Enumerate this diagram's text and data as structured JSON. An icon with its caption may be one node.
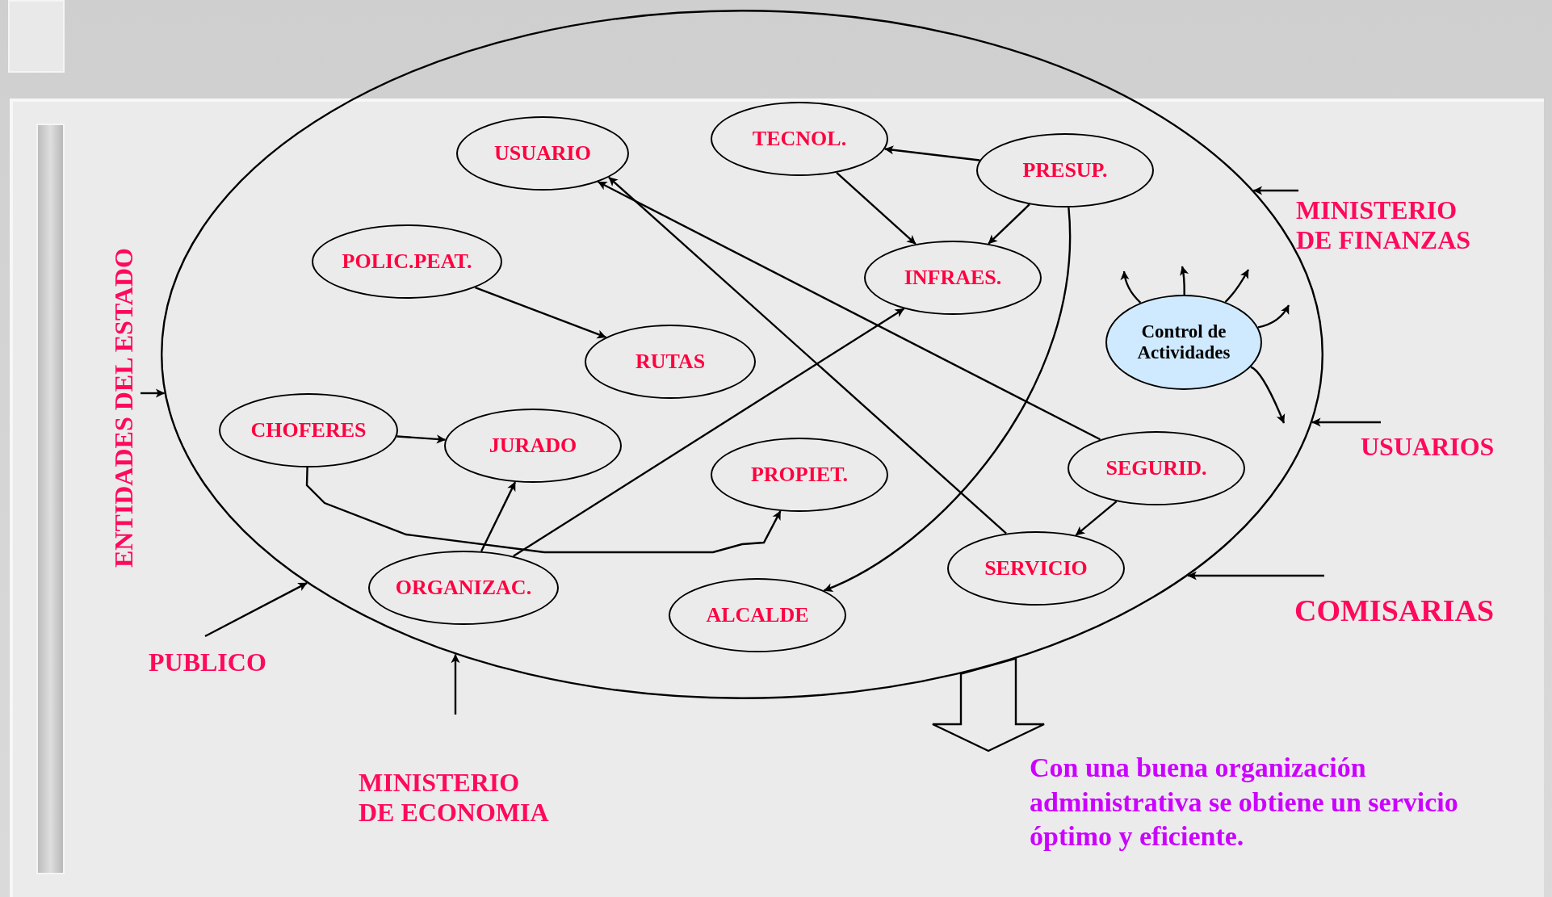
{
  "diagram": {
    "nodes": [
      {
        "text": [],
        "shape": "ellipse"
      },
      {
        "text": [
          "USUARIO"
        ],
        "in": 0
      },
      {
        "text": [
          "TECNOL."
        ],
        "in": 0
      },
      {
        "text": [
          "PRESUP."
        ],
        "in": 0
      },
      {
        "text": [
          "POLIC.PEAT."
        ],
        "in": 0
      },
      {
        "text": [
          "INFRAES."
        ],
        "in": 0
      },
      {
        "text": [
          "RUTAS"
        ],
        "in": 0
      },
      {
        "text": [
          "Control de Actividades"
        ],
        "in": 0
      },
      {
        "text": [
          "CHOFERES"
        ],
        "in": 0
      },
      {
        "text": [
          "JURADO"
        ],
        "in": 0
      },
      {
        "text": [
          "SEGURID."
        ],
        "in": 0
      },
      {
        "text": [
          "PROPIET."
        ],
        "in": 0
      },
      {
        "text": [
          "SERVICIO"
        ],
        "in": 0
      },
      {
        "text": [
          "ORGANIZAC."
        ],
        "in": 0
      },
      {
        "text": [
          "ALCALDE"
        ],
        "in": 0
      },
      {
        "text": [
          "ENTIDADES DEL ESTADO"
        ]
      },
      {
        "text": [
          "MINISTERIO DE FINANZAS"
        ]
      },
      {
        "text": [
          "USUARIOS"
        ]
      },
      {
        "text": [
          "COMISARIAS"
        ]
      },
      {
        "text": [
          "PUBLICO"
        ]
      },
      {
        "text": [
          "MINISTERIO DE ECONOMIA"
        ]
      },
      {
        "text": [
          "Con una buena organización administrativa se obtiene un servicio óptimo y eficiente."
        ]
      }
    ],
    "edges": [
      {
        "from": 3,
        "to": 2,
        "arrow": "to"
      },
      {
        "from": 2,
        "to": 5,
        "arrow": "to"
      },
      {
        "from": 3,
        "to": 5,
        "arrow": "to"
      },
      {
        "from": 3,
        "to": 14,
        "arrow": "to"
      },
      {
        "from": 4,
        "to": 6,
        "arrow": "to"
      },
      {
        "from": 10,
        "to": 1,
        "arrow": "to"
      },
      {
        "from": 12,
        "to": 1,
        "arrow": "to"
      },
      {
        "from": 13,
        "to": 5,
        "arrow": "to"
      },
      {
        "from": 8,
        "to": 9,
        "arrow": "to"
      },
      {
        "from": 13,
        "to": 9,
        "arrow": "to"
      },
      {
        "from": 8,
        "to": 11,
        "arrow": "to"
      },
      {
        "from": 10,
        "to": 12,
        "arrow": "to"
      },
      {
        "from": 7,
        "to": null,
        "arrow": "to"
      },
      {
        "from": 7,
        "to": null,
        "arrow": "to"
      },
      {
        "from": 7,
        "to": null,
        "arrow": "to"
      },
      {
        "from": 7,
        "to": null,
        "arrow": "to"
      },
      {
        "from": 7,
        "to": null,
        "arrow": "to"
      },
      {
        "from": 15,
        "to": 0,
        "arrow": "to"
      },
      {
        "from": 16,
        "to": 0,
        "arrow": "to"
      },
      {
        "from": 17,
        "to": 0,
        "arrow": "to"
      },
      {
        "from": 18,
        "to": 0,
        "arrow": "to"
      },
      {
        "from": 19,
        "to": 0,
        "arrow": "to"
      },
      {
        "from": 20,
        "to": 0,
        "arrow": "to"
      },
      {
        "from": 0,
        "to": 21,
        "arrow": "to",
        "style": "thick"
      }
    ]
  }
}
